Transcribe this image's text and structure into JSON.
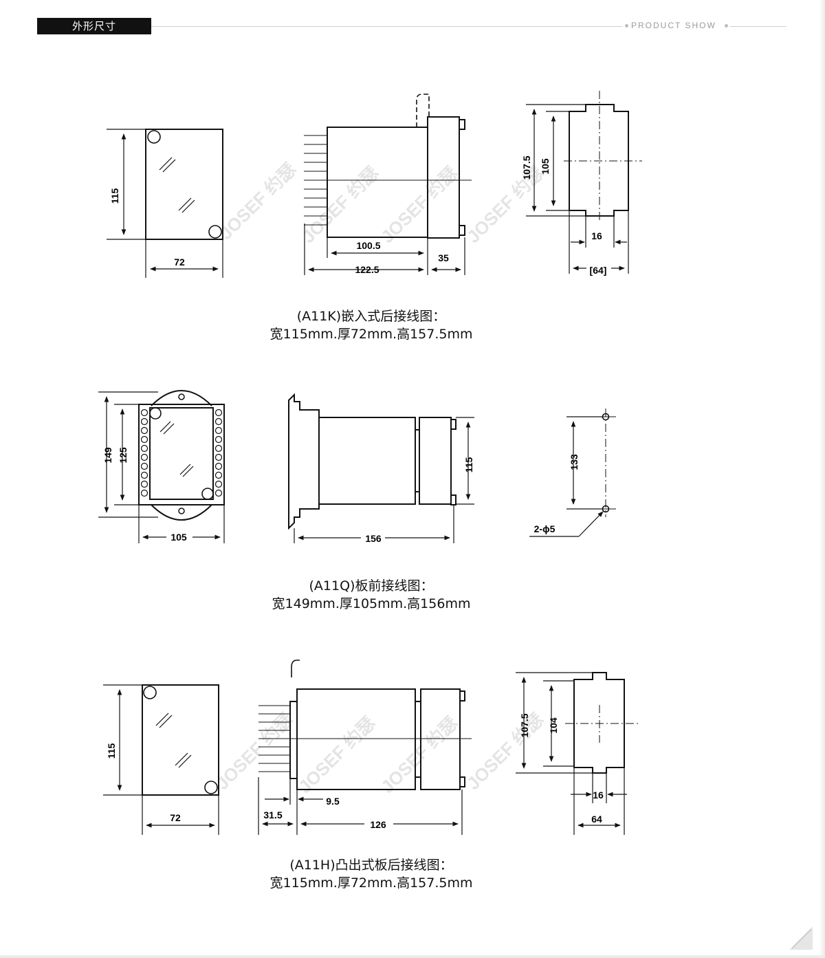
{
  "header": {
    "section_title": "外形尺寸",
    "section_subtitle": "PRODUCT SHOW"
  },
  "watermark": {
    "text": "JOSEF 约瑟"
  },
  "diagram_a11k": {
    "front_height": "115",
    "front_width": "72",
    "side_body_length": "100.5",
    "side_total_length": "122.5",
    "side_panel_thickness": "35",
    "cutout_outer_height": "107.5",
    "cutout_inner_height": "105",
    "cutout_notch": "16",
    "cutout_width": "[64]",
    "caption_line1": "(A11K)嵌入式后接线图：",
    "caption_line2": "宽115mm.厚72mm.高157.5mm"
  },
  "diagram_a11q": {
    "front_outer_height": "149",
    "front_inner_height": "125",
    "front_width": "105",
    "side_height": "115",
    "side_length": "156",
    "mount_spacing": "133",
    "mount_holes": "2-ϕ5",
    "caption_line1": "(A11Q)板前接线图：",
    "caption_line2": "宽149mm.厚105mm.高156mm"
  },
  "diagram_a11h": {
    "front_height": "115",
    "front_width": "72",
    "side_offset_small": "9.5",
    "side_offset_front": "31.5",
    "side_total_length": "126",
    "cutout_outer_height": "107.5",
    "cutout_inner_height": "104",
    "cutout_notch": "16",
    "cutout_width": "64",
    "caption_line1": "(A11H)凸出式板后接线图：",
    "caption_line2": "宽115mm.厚72mm.高157.5mm"
  }
}
